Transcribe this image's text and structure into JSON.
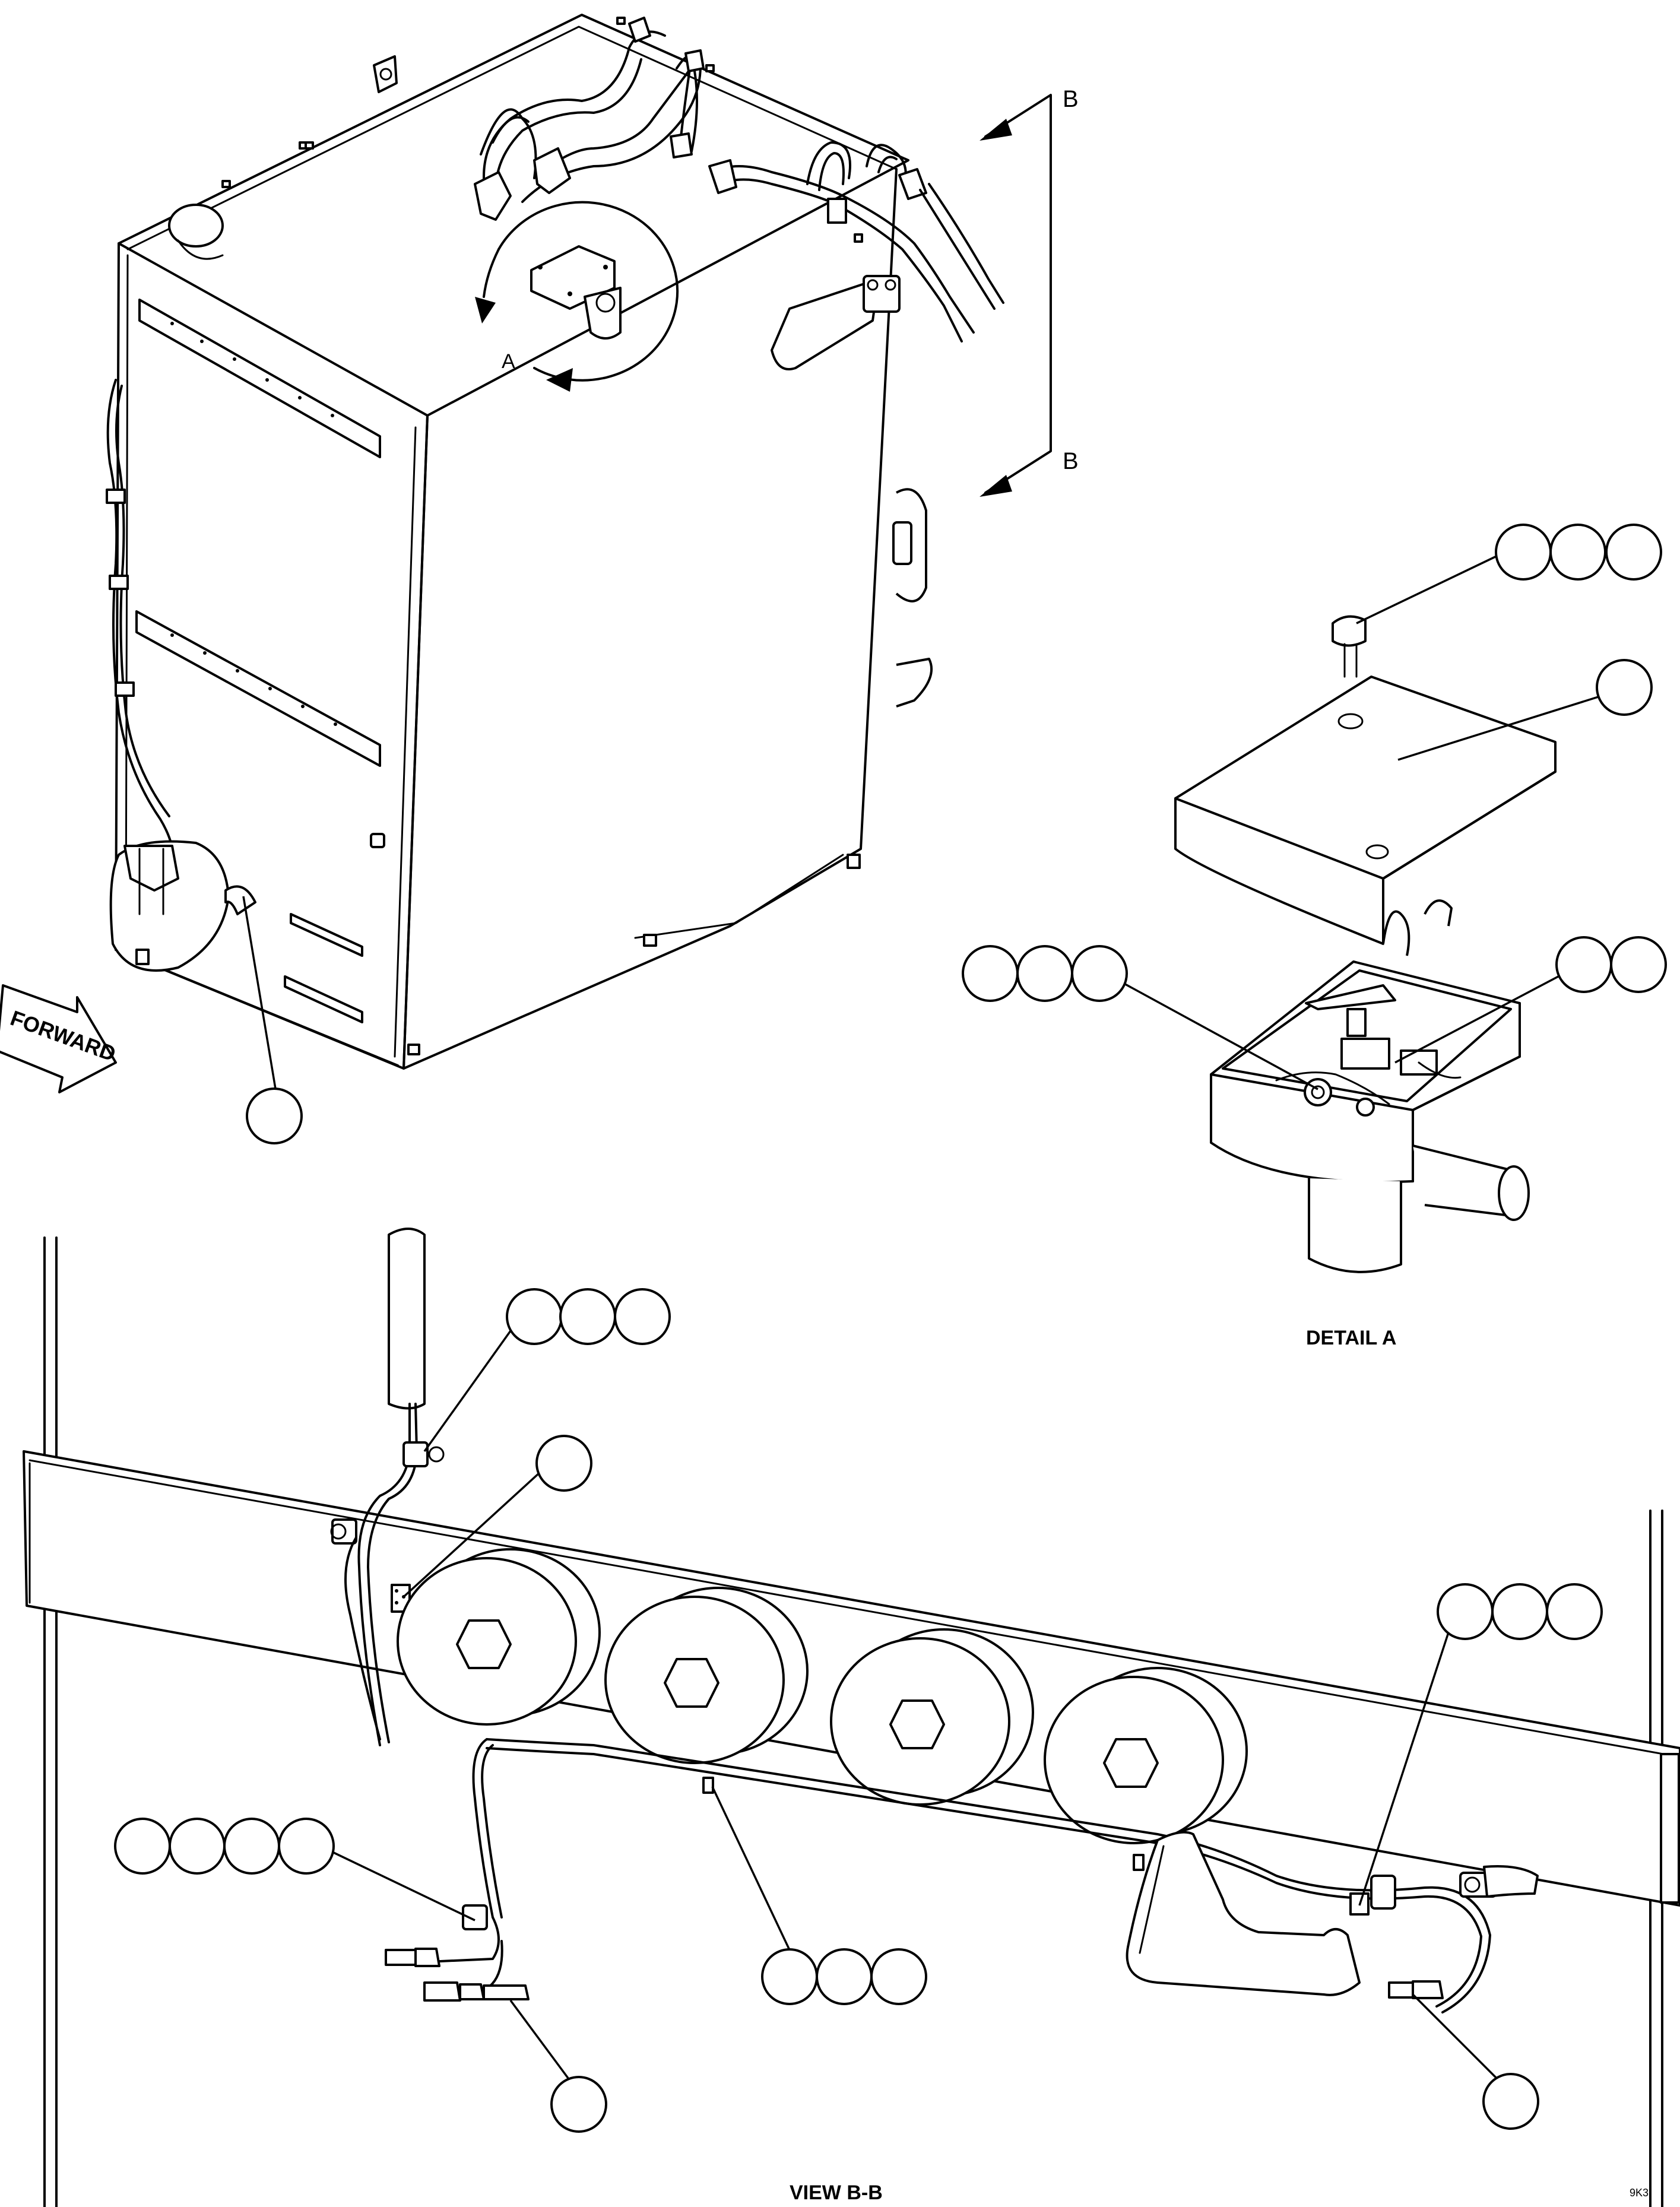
{
  "labels": {
    "section_b_top": "B",
    "section_b_bottom": "B",
    "detail_a_marker": "A",
    "forward": "FORWARD",
    "detail_title": "DETAIL A",
    "view_title": "VIEW B-B",
    "drawing_number": "9K3"
  }
}
